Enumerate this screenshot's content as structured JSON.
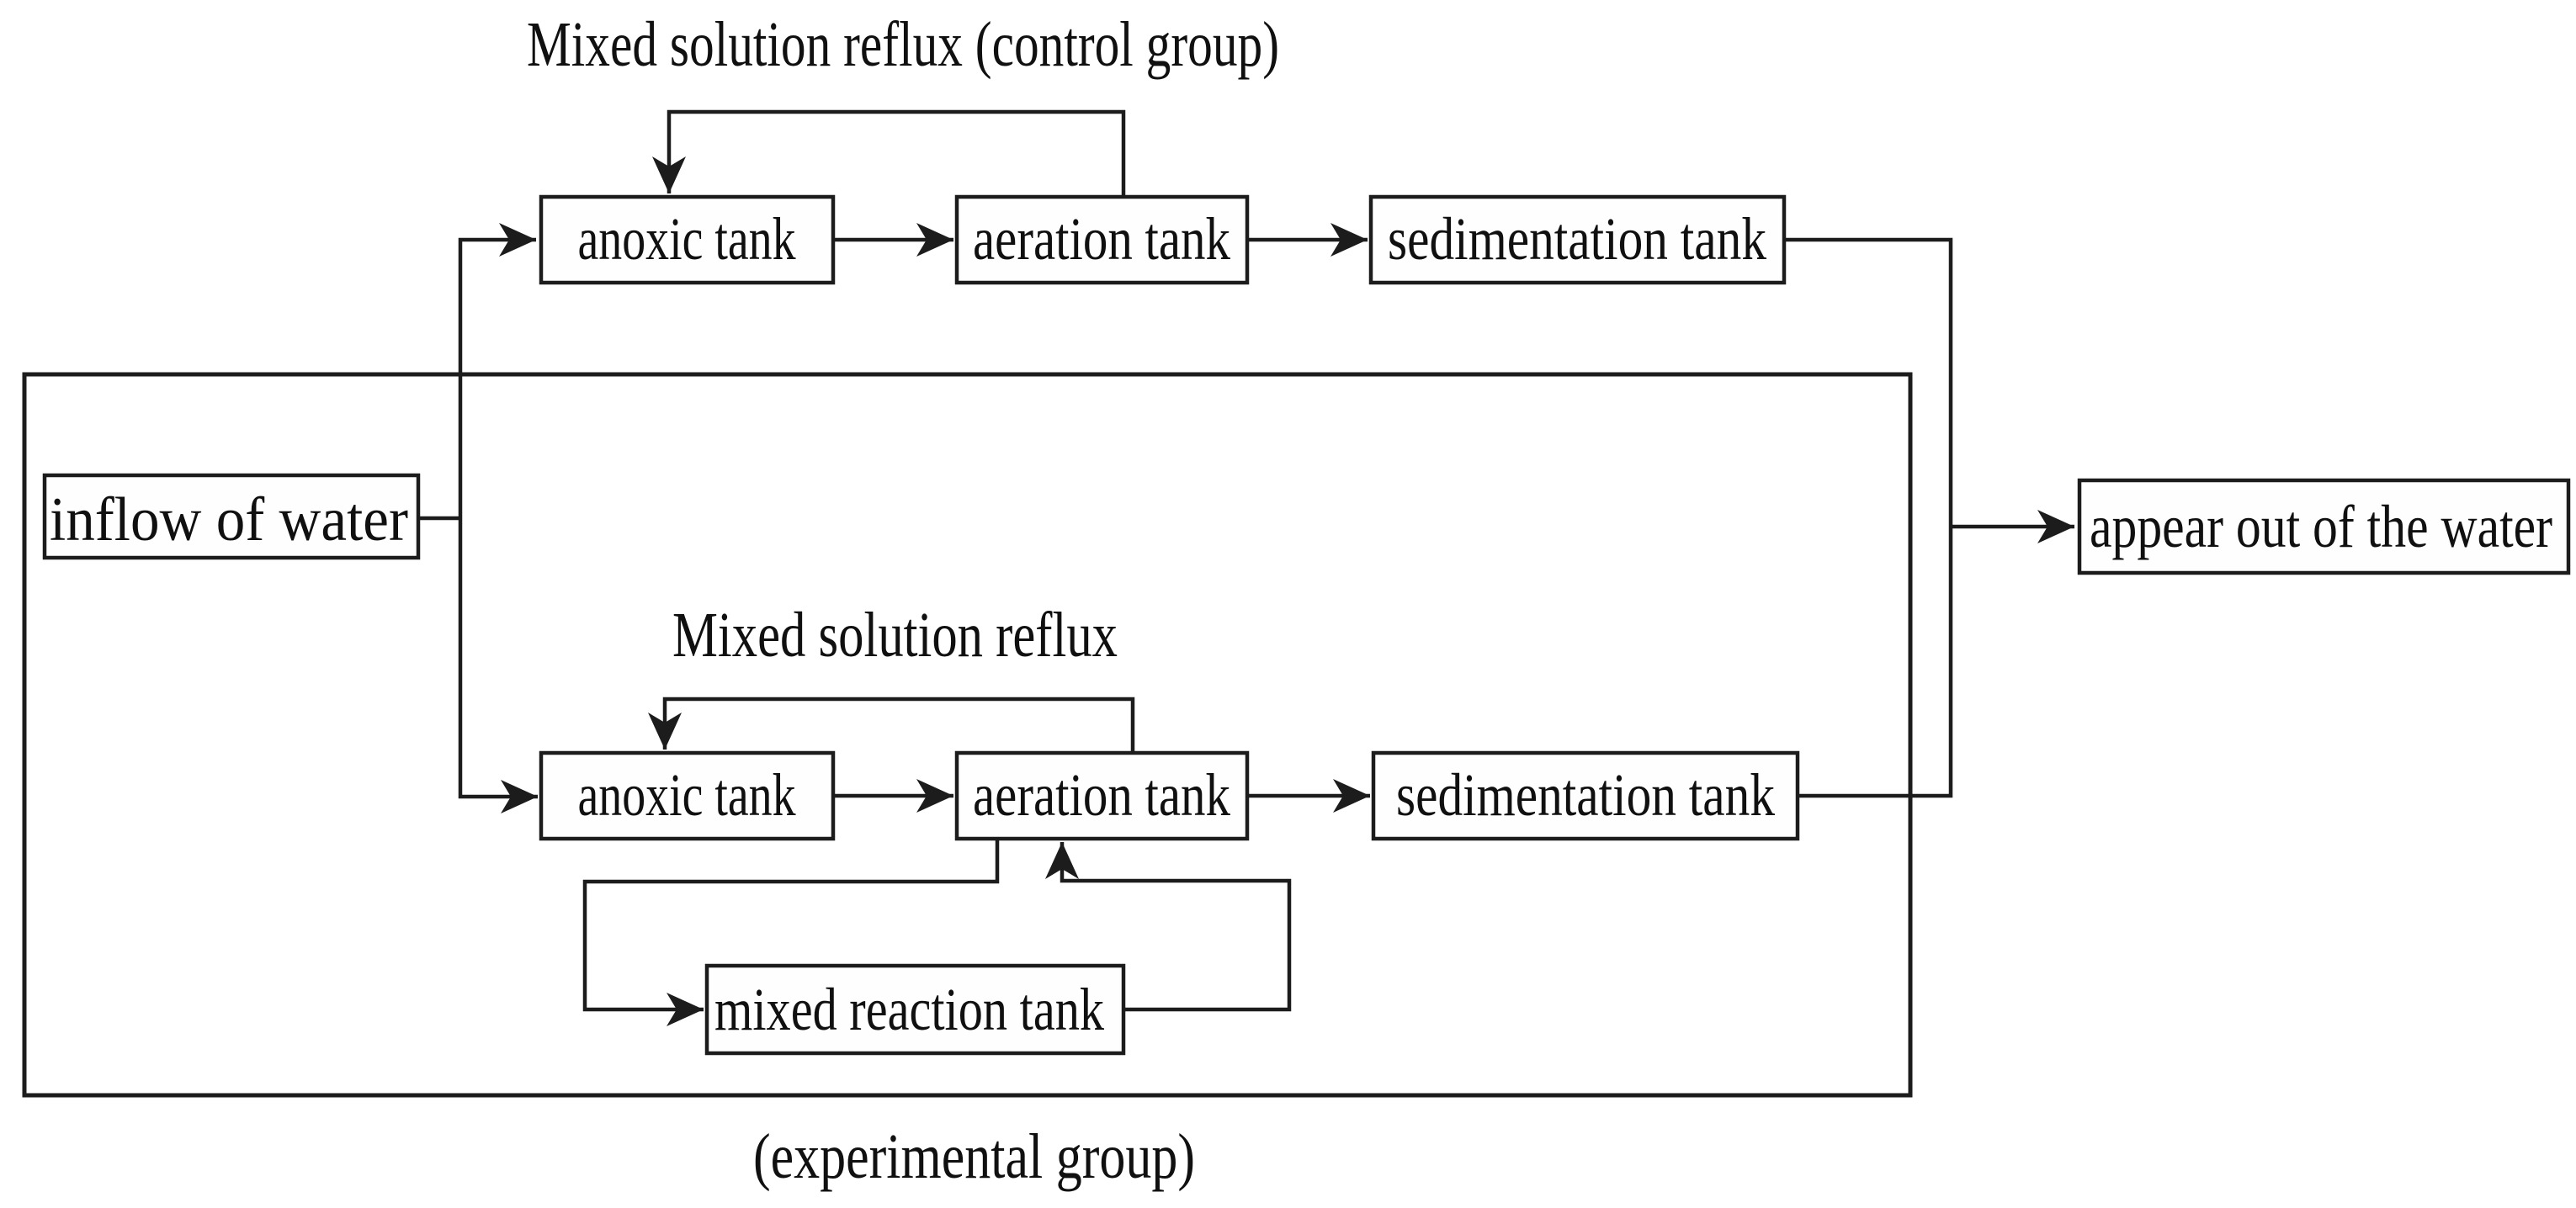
{
  "diagram": {
    "type": "process-flow-diagram",
    "background_color": "#ffffff",
    "line_color": "#1c1c1c",
    "box_fill_color": "#fefefe",
    "text_color": "#101010",
    "captions": {
      "control_reflux": "Mixed solution reflux (control group)",
      "experimental_reflux": "Mixed solution reflux",
      "experimental_group": "(experimental group)"
    },
    "nodes": {
      "inflow": {
        "label": "inflow of water"
      },
      "control_anoxic": {
        "label": "anoxic tank"
      },
      "control_aeration": {
        "label": "aeration tank"
      },
      "control_sedimentation": {
        "label": "sedimentation tank"
      },
      "experimental_anoxic": {
        "label": "anoxic tank"
      },
      "experimental_aeration": {
        "label": "aeration tank"
      },
      "experimental_sedimentation": {
        "label": "sedimentation tank"
      },
      "mixed_reaction": {
        "label": "mixed reaction tank"
      },
      "outflow": {
        "label": "appear out of the water"
      }
    },
    "edges": [
      {
        "from": "inflow",
        "to": "control_anoxic",
        "arrow": true
      },
      {
        "from": "inflow",
        "to": "experimental_anoxic",
        "arrow": true
      },
      {
        "from": "control_anoxic",
        "to": "control_aeration",
        "arrow": true
      },
      {
        "from": "control_aeration",
        "to": "control_sedimentation",
        "arrow": true
      },
      {
        "from": "control_aeration",
        "to": "control_anoxic",
        "arrow": true,
        "label": "Mixed solution reflux (control group)"
      },
      {
        "from": "control_sedimentation",
        "to": "outflow",
        "arrow": true
      },
      {
        "from": "experimental_anoxic",
        "to": "experimental_aeration",
        "arrow": true
      },
      {
        "from": "experimental_aeration",
        "to": "experimental_sedimentation",
        "arrow": true
      },
      {
        "from": "experimental_aeration",
        "to": "experimental_anoxic",
        "arrow": true,
        "label": "Mixed solution reflux"
      },
      {
        "from": "experimental_aeration",
        "to": "mixed_reaction",
        "arrow": true
      },
      {
        "from": "mixed_reaction",
        "to": "experimental_aeration",
        "arrow": true
      },
      {
        "from": "experimental_sedimentation",
        "to": "outflow",
        "arrow": true
      }
    ]
  }
}
